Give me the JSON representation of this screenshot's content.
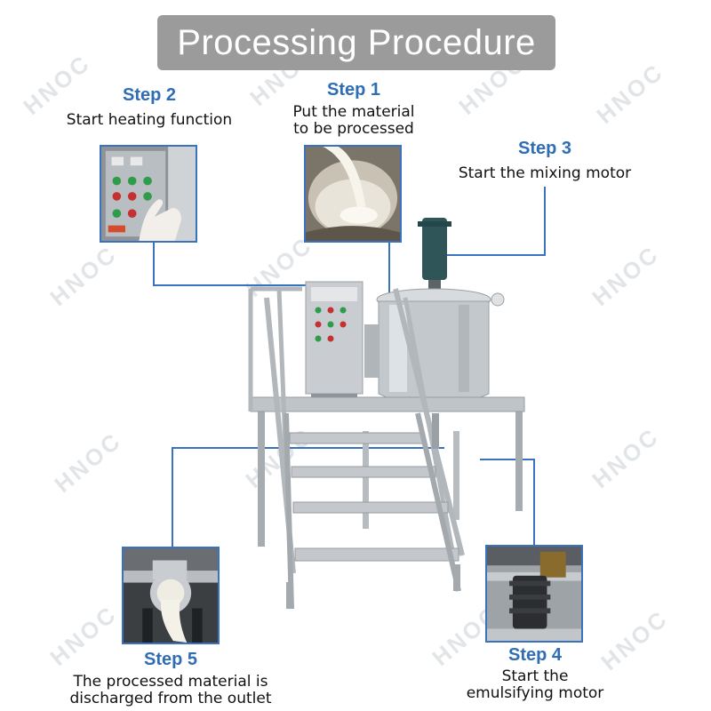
{
  "title": "Processing Procedure",
  "watermark": "HNOC",
  "colors": {
    "accent": "#3b72c0",
    "step_title": "#2f6db4",
    "title_bg": "#9b9b9b"
  },
  "steps": [
    {
      "id": "step1",
      "title": "Step 1",
      "desc_lines": [
        "Put the material",
        "to be processed"
      ]
    },
    {
      "id": "step2",
      "title": "Step 2",
      "desc_lines": [
        "Start heating function"
      ]
    },
    {
      "id": "step3",
      "title": "Step 3",
      "desc_lines": [
        "Start the mixing motor"
      ]
    },
    {
      "id": "step4",
      "title": "Step 4",
      "desc_lines": [
        "Start the",
        "emulsifying motor"
      ]
    },
    {
      "id": "step5",
      "title": "Step 5",
      "desc_lines": [
        "The processed material is",
        "discharged from the outlet"
      ]
    }
  ]
}
